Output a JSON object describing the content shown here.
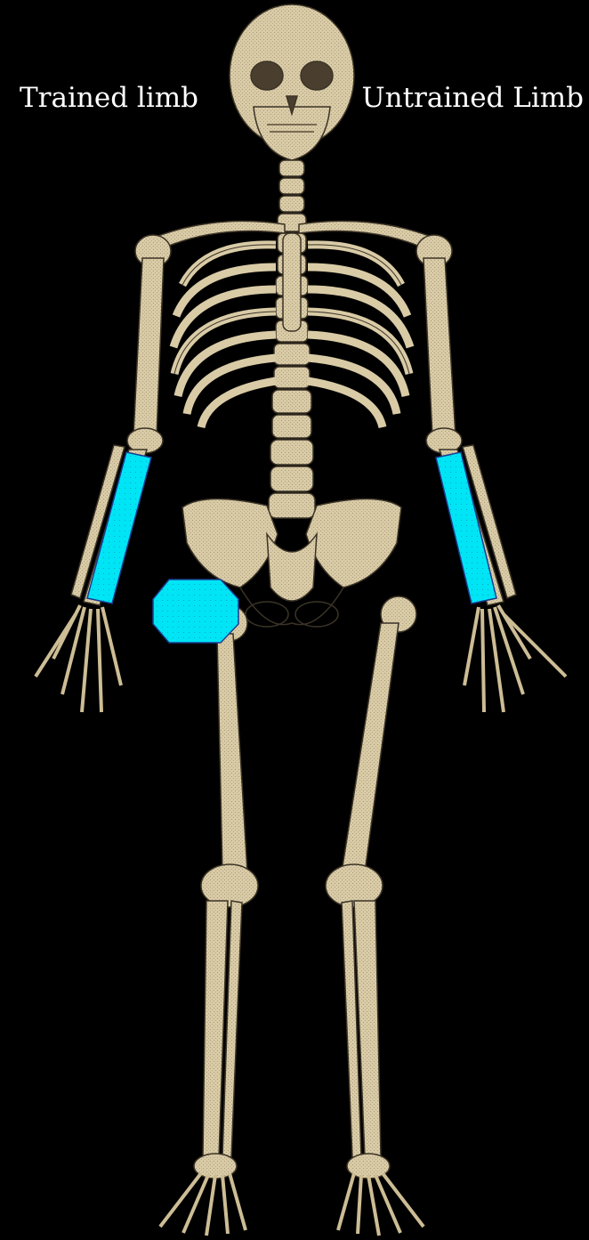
{
  "labels": {
    "left": "Trained limb",
    "right": "Untrained Limb"
  },
  "colors": {
    "background": "#000000",
    "bone": "#d9cba6",
    "bone_shadow": "#8f8264",
    "bone_outline": "#3b3326",
    "marker": "#00e5f5",
    "marker_outline": "#1a3b8f",
    "label_text": "#ffffff"
  },
  "icons": {
    "figure": "skeleton-figure",
    "left_marker": "cyan-forearm-electrode",
    "right_marker": "cyan-forearm-electrode",
    "hip_marker": "cyan-octagon-hip-marker"
  }
}
